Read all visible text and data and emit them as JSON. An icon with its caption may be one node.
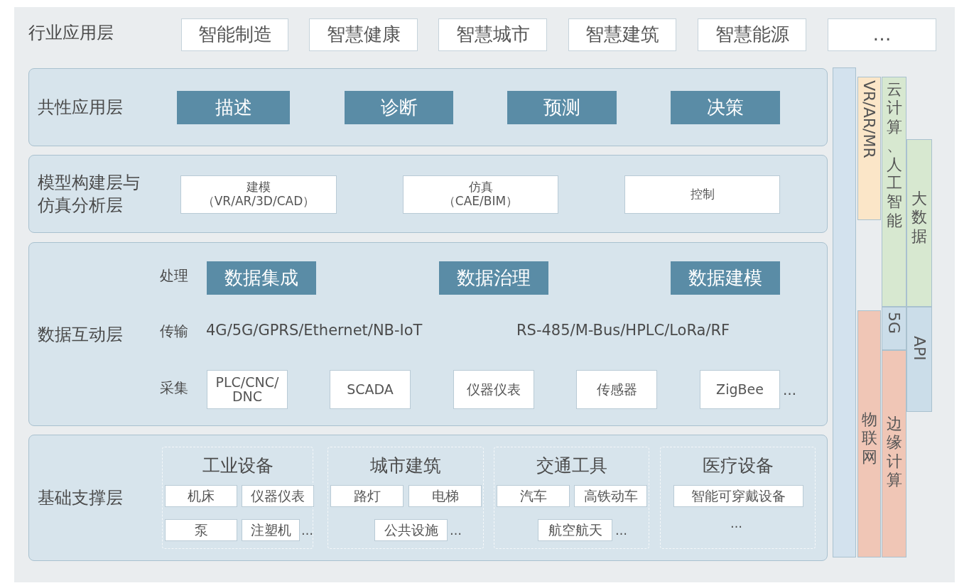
{
  "diagram": {
    "nodes": [
      {
        "text": [
          "智能制造"
        ]
      },
      {
        "text": [
          "智慧健康"
        ]
      },
      {
        "text": [
          "智慧城市"
        ]
      },
      {
        "text": [
          "智慧建筑"
        ]
      },
      {
        "text": [
          "智慧能源"
        ]
      },
      {
        "text": [
          "…"
        ]
      },
      {
        "text": [
          "共性应用层"
        ]
      },
      {
        "text": [
          "描述"
        ],
        "in": 6
      },
      {
        "text": [
          "诊断"
        ],
        "in": 6
      },
      {
        "text": [
          "预测"
        ],
        "in": 6
      },
      {
        "text": [
          "决策"
        ],
        "in": 6
      },
      {
        "text": [
          "模型构建层与仿真分析层"
        ]
      },
      {
        "text": [
          "建模",
          "（VR/AR/3D/CAD）"
        ],
        "in": 11
      },
      {
        "text": [
          "仿真",
          "（CAE/BIM）"
        ],
        "in": 11
      },
      {
        "text": [
          "控制"
        ],
        "in": 11
      },
      {
        "text": [
          "数据互动层"
        ]
      },
      {
        "text": [
          "数据集成"
        ],
        "in": 15
      },
      {
        "text": [
          "数据治理"
        ],
        "in": 15
      },
      {
        "text": [
          "数据建模"
        ],
        "in": 15
      },
      {
        "text": [
          "PLC/CNC/DNC"
        ],
        "in": 15
      },
      {
        "text": [
          "SCADA"
        ],
        "in": 15
      },
      {
        "text": [
          "仪器仪表"
        ],
        "in": 15
      },
      {
        "text": [
          "传感器"
        ],
        "in": 15
      },
      {
        "text": [
          "ZigBee"
        ],
        "in": 15
      },
      {
        "text": [
          "基础支撑层"
        ]
      },
      {
        "text": [
          "工业设备"
        ],
        "in": 24
      },
      {
        "text": [
          "机床"
        ],
        "in": 25
      },
      {
        "text": [
          "仪器仪表"
        ],
        "in": 25
      },
      {
        "text": [
          "泵"
        ],
        "in": 25
      },
      {
        "text": [
          "注塑机"
        ],
        "in": 25
      },
      {
        "text": [
          "城市建筑"
        ],
        "in": 24
      },
      {
        "text": [
          "路灯"
        ],
        "in": 30
      },
      {
        "text": [
          "电梯"
        ],
        "in": 30
      },
      {
        "text": [
          "公共设施"
        ],
        "in": 30
      },
      {
        "text": [
          "交通工具"
        ],
        "in": 24
      },
      {
        "text": [
          "汽车"
        ],
        "in": 34
      },
      {
        "text": [
          "高铁动车"
        ],
        "in": 34
      },
      {
        "text": [
          "航空航天"
        ],
        "in": 34
      },
      {
        "text": [
          "医疗设备"
        ],
        "in": 24
      },
      {
        "text": [
          "智能可穿戴设备"
        ],
        "in": 38
      },
      {
        "text": [],
        "shape": "bar"
      },
      {
        "text": [
          "VR/AR/MR"
        ]
      },
      {
        "text": [
          "物联网"
        ]
      },
      {
        "text": [
          "云计算、人工智能"
        ]
      },
      {
        "text": [
          "5G"
        ]
      },
      {
        "text": [
          "边缘计算"
        ]
      },
      {
        "text": [
          "大数据"
        ]
      },
      {
        "text": [
          "API"
        ]
      }
    ],
    "labels": [
      "行业应用层",
      "处理",
      "传输",
      "4G/5G/GPRS/Ethernet/NB-IoT",
      "RS-485/M-Bus/HPLC/LoRa/RF",
      "采集",
      "…",
      "…",
      "…",
      "…",
      "…"
    ]
  }
}
